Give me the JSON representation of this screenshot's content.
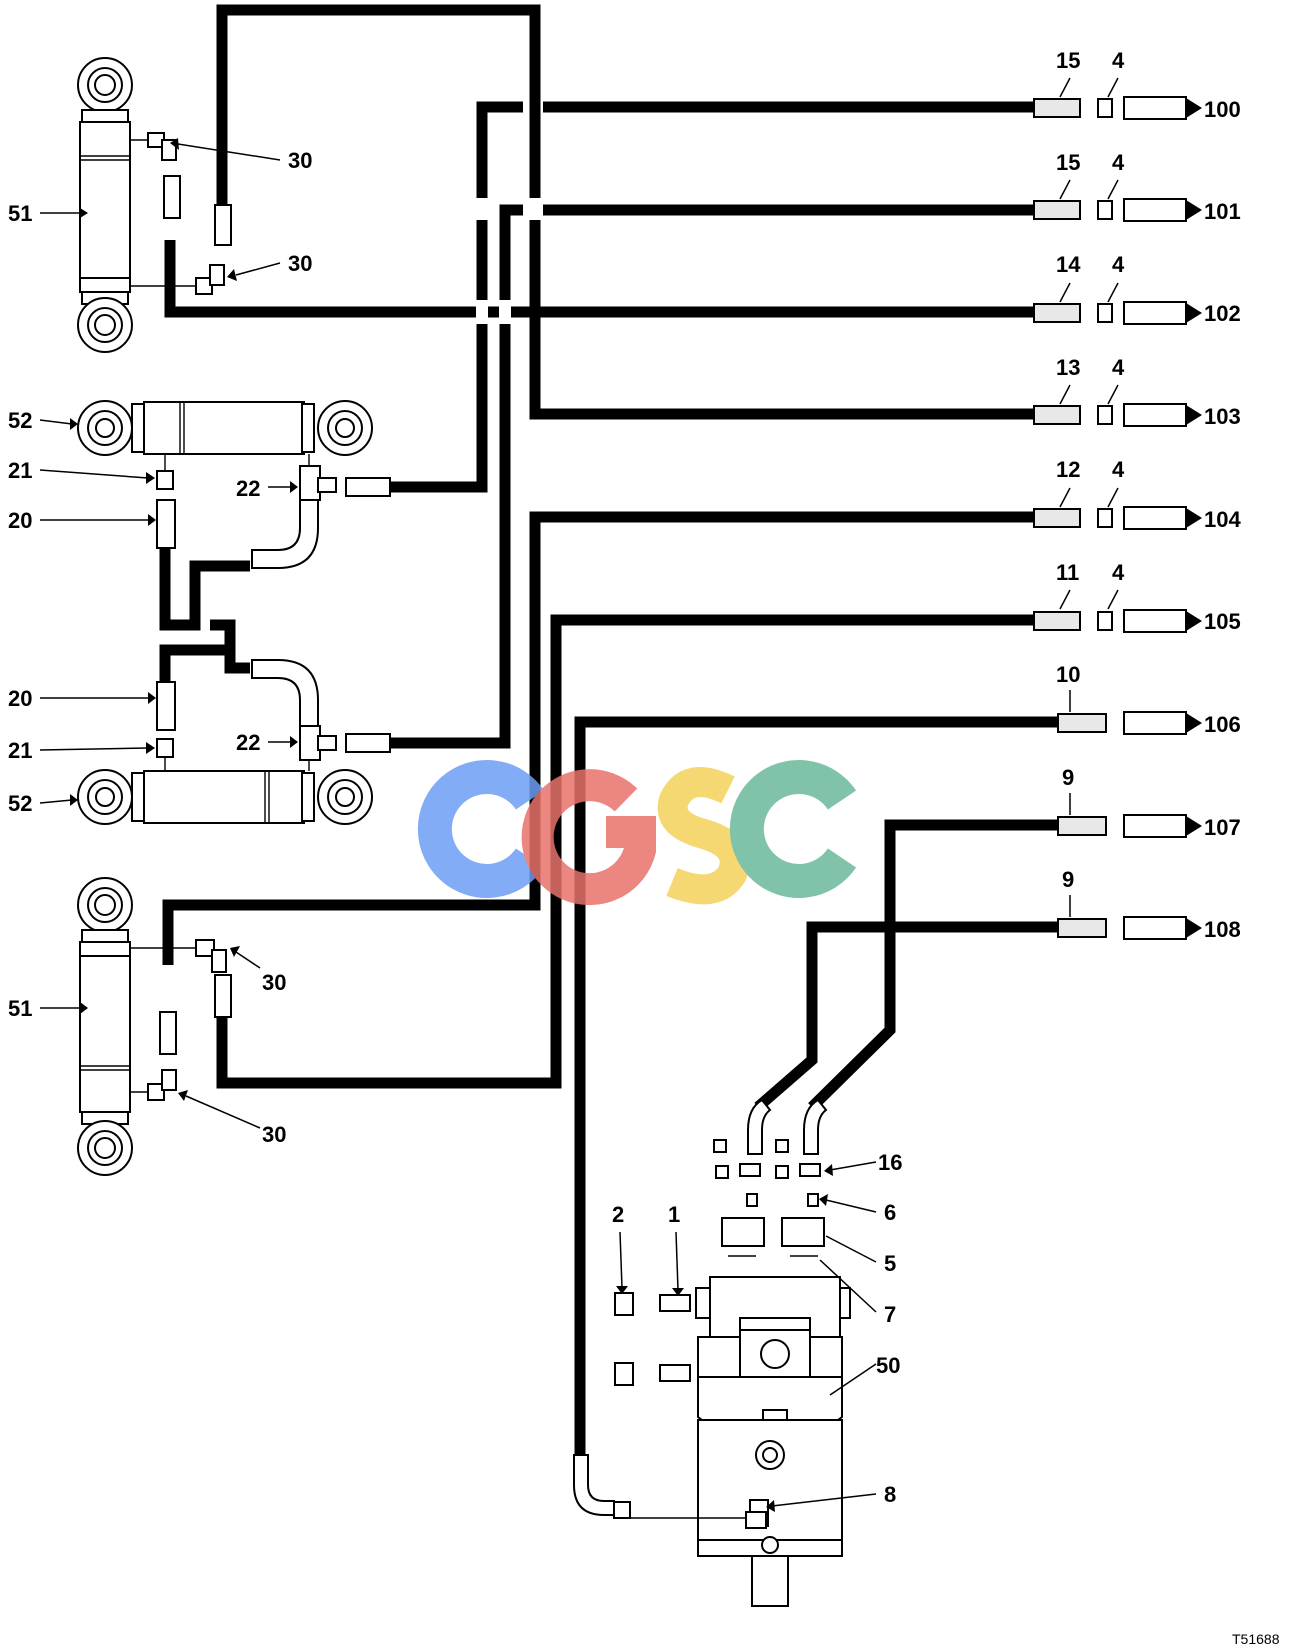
{
  "diagram": {
    "figure_id": "T51688",
    "watermark": "CGSC",
    "watermark_colors": [
      "#6e9ef5",
      "#e8726b",
      "#f4d25a",
      "#6cb99a"
    ],
    "destinations": [
      "100",
      "101",
      "102",
      "103",
      "104",
      "105",
      "106",
      "107",
      "108"
    ],
    "rows": [
      {
        "hose": "15",
        "nut": "4",
        "dest": "100"
      },
      {
        "hose": "15",
        "nut": "4",
        "dest": "101"
      },
      {
        "hose": "14",
        "nut": "4",
        "dest": "102"
      },
      {
        "hose": "13",
        "nut": "4",
        "dest": "103"
      },
      {
        "hose": "12",
        "nut": "4",
        "dest": "104"
      },
      {
        "hose": "11",
        "nut": "4",
        "dest": "105"
      },
      {
        "hose": "10",
        "nut": "",
        "dest": "106"
      },
      {
        "hose": "9",
        "nut": "",
        "dest": "107"
      },
      {
        "hose": "9",
        "nut": "",
        "dest": "108"
      }
    ],
    "callouts": {
      "cyl_top": "51",
      "elbow_top_a": "30",
      "elbow_top_b": "30",
      "cyl_mid_a": "52",
      "fit21_a": "21",
      "fit20_a": "20",
      "tee22_a": "22",
      "fit20_b": "20",
      "fit21_b": "21",
      "tee22_b": "22",
      "cyl_mid_b": "52",
      "cyl_bot": "51",
      "elbow_bot_a": "30",
      "elbow_bot_b": "30",
      "flange_half": "16",
      "bolt": "6",
      "flange": "5",
      "oring": "7",
      "cap": "2",
      "adapter": "1",
      "valve": "50",
      "elbow_valve": "8"
    }
  }
}
